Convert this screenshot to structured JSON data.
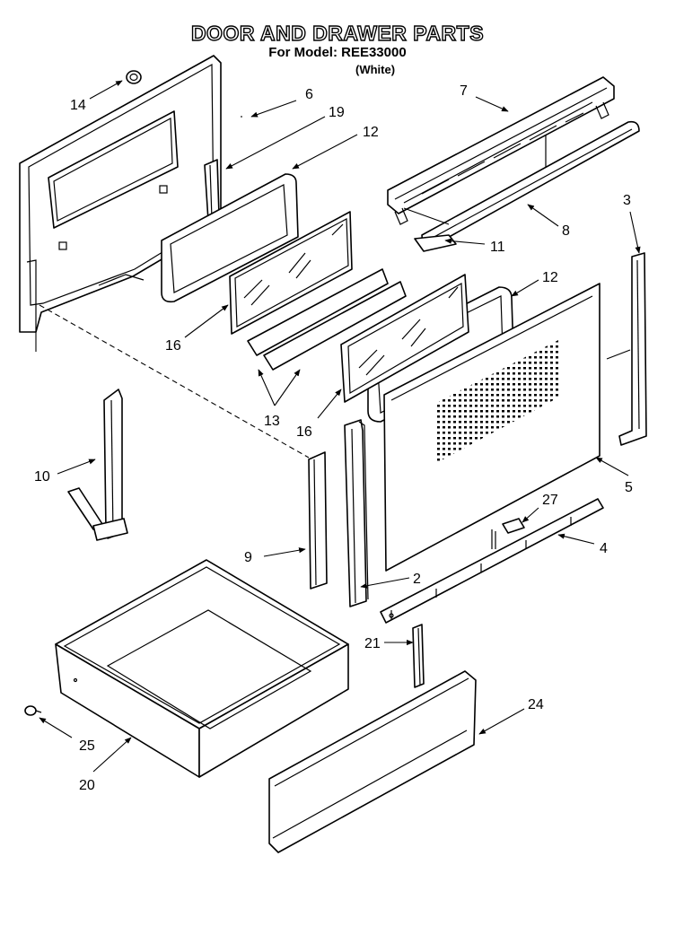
{
  "header": {
    "title": "DOOR AND DRAWER PARTS",
    "model_line": "For Model: REE33000",
    "variant": "(White)"
  },
  "callouts": {
    "c14": "14",
    "c6": "6",
    "c19": "19",
    "c12a": "12",
    "c7": "7",
    "c8": "8",
    "c11": "11",
    "c3": "3",
    "c16a": "16",
    "c13": "13",
    "c12b": "12",
    "c16b": "16",
    "c10": "10",
    "c5": "5",
    "c27": "27",
    "c9": "9",
    "c4": "4",
    "c2": "2",
    "c21": "21",
    "c24": "24",
    "c25": "25",
    "c20": "20"
  }
}
